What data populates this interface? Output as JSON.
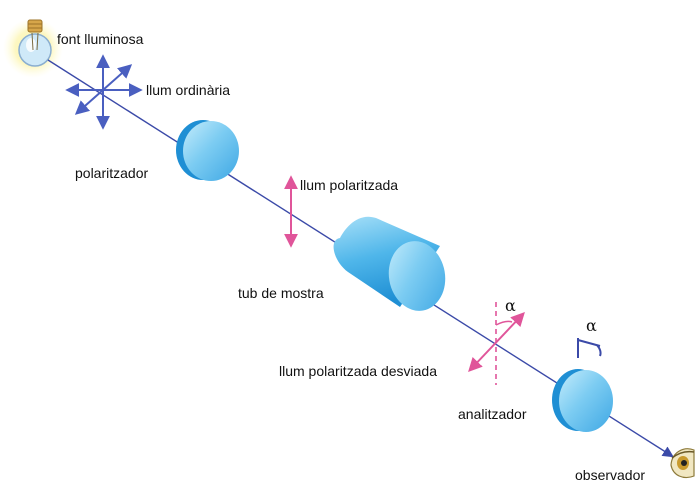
{
  "labels": {
    "light_source": "font lluminosa",
    "ordinary_light": "llum ordinària",
    "polarizer": "polaritzador",
    "polarized_light": "llum polaritzada",
    "sample_tube": "tub de mostra",
    "deviated_light": "llum polaritzada desviada",
    "analyzer": "analitzador",
    "observer": "observador",
    "alpha_1": "α",
    "alpha_2": "α"
  },
  "colors": {
    "beam": "#3b4aa8",
    "arrow_blue": "#4a5fc0",
    "arrow_pink": "#e0559a",
    "disc_light": "#8fd3f2",
    "disc_mid": "#4fb6ea",
    "disc_dark": "#1f8fd4"
  },
  "icons": {
    "light_source": "light-bulb-icon",
    "observer": "eye-icon"
  }
}
